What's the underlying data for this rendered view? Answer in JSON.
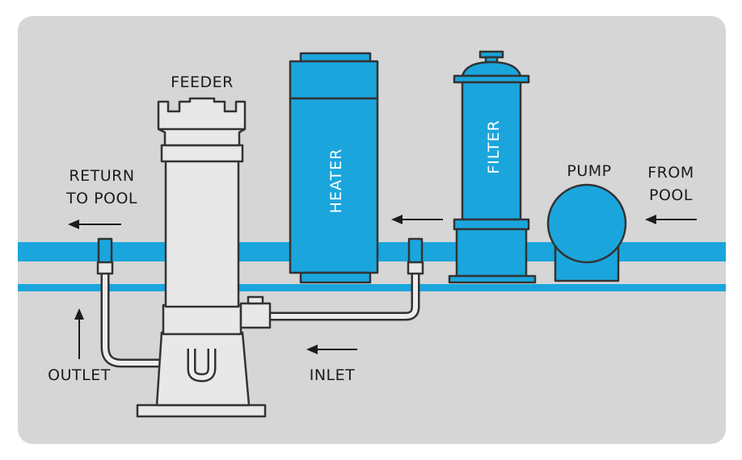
{
  "colors": {
    "background": "#d6d6d6",
    "pipe": "#1aa6dd",
    "equipment": "#1aa6dd",
    "feeder": "#e8e8e8",
    "outline": "#333333"
  },
  "labels": {
    "feeder": "FEEDER",
    "heater": "HEATER",
    "filter": "FILTER",
    "pump": "PUMP",
    "from_pool_1": "FROM",
    "from_pool_2": "POOL",
    "return_to_pool_1": "RETURN",
    "return_to_pool_2": "TO POOL",
    "outlet": "OUTLET",
    "inlet": "INLET"
  }
}
